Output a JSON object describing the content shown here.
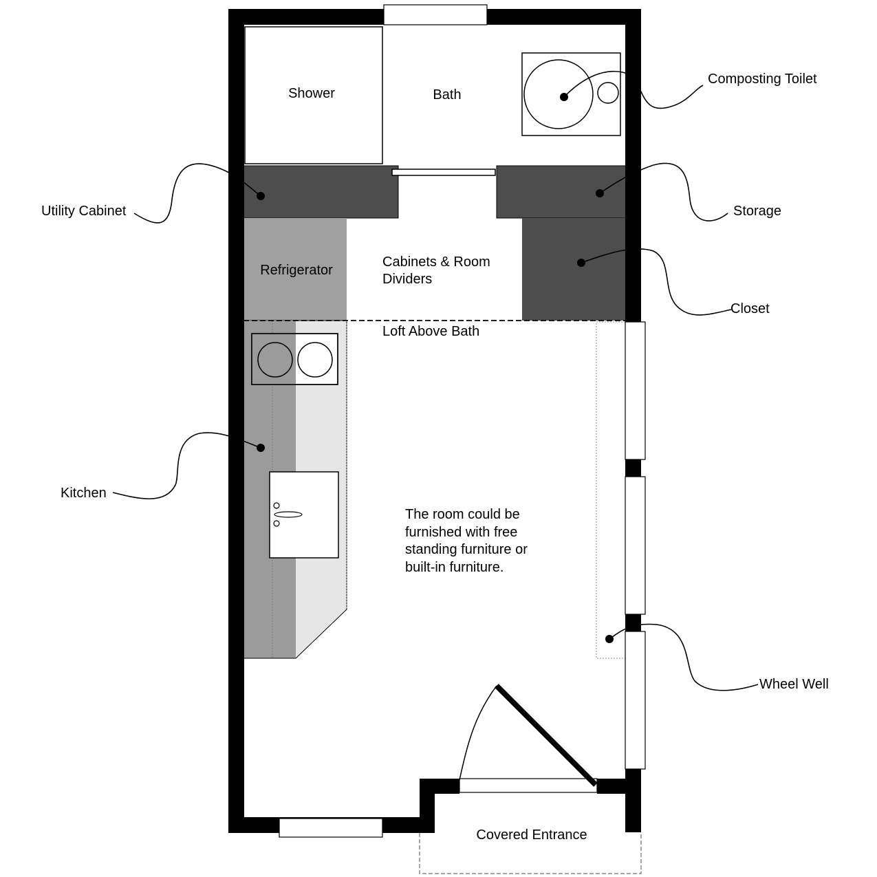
{
  "rooms": {
    "shower": "Shower",
    "bath": "Bath",
    "refrigerator": "Refrigerator",
    "cabinets_line1": "Cabinets & Room",
    "cabinets_line2": "Dividers",
    "loft": "Loft Above Bath",
    "entrance": "Covered Entrance"
  },
  "note": {
    "line1": "The room could be",
    "line2": "furnished with free",
    "line3": "standing furniture or",
    "line4": "built-in furniture."
  },
  "callouts": {
    "toilet": "Composting Toilet",
    "utility": "Utility Cabinet",
    "storage": "Storage",
    "closet": "Closet",
    "kitchen": "Kitchen",
    "wheel_well": "Wheel Well"
  },
  "colors": {
    "wall": "#000000",
    "cabinet_dark": "#4d4d4d",
    "refrigerator": "#a0a0a0",
    "counter_mid": "#9b9b9b",
    "counter_light": "#e6e6e6"
  }
}
